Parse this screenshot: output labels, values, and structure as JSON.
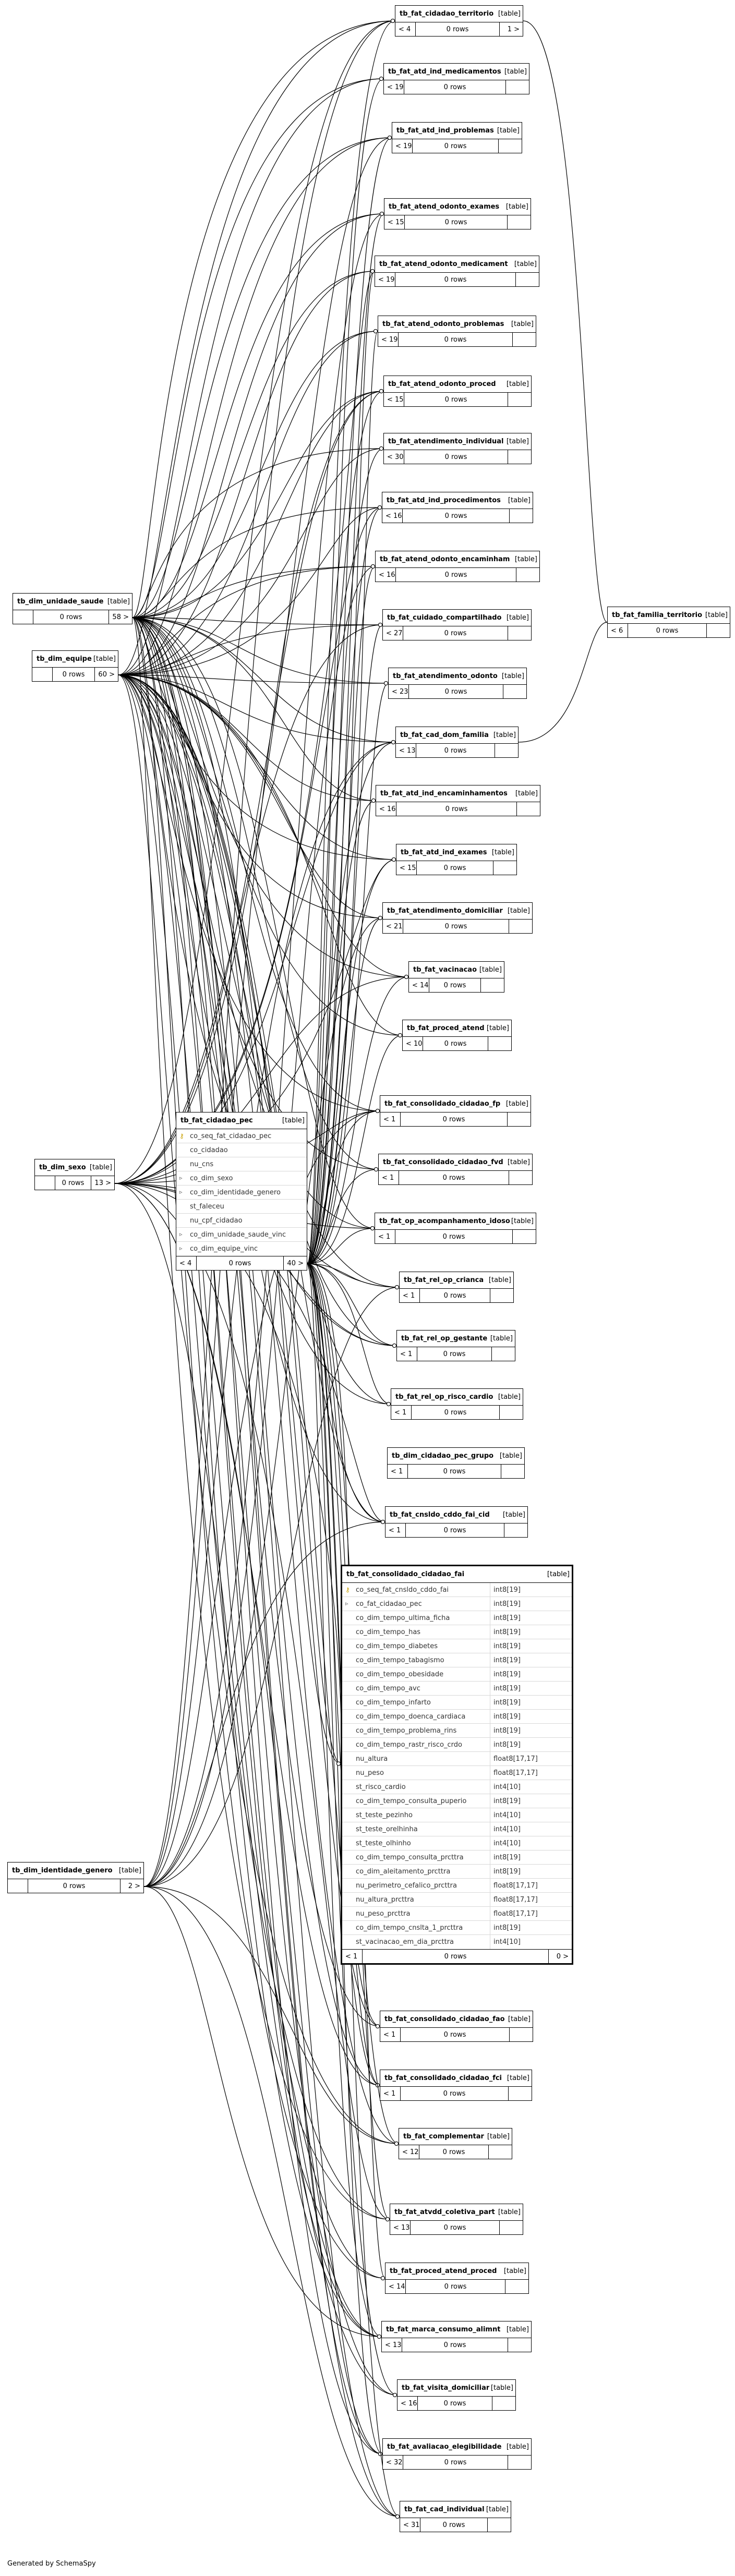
{
  "diagram": {
    "type_label": "[table]",
    "rows_unit": "rows",
    "generated_by": "Generated by SchemaSpy",
    "tables": [
      {
        "name": "tb_fat_cidadao_territorio",
        "rows": "0",
        "left": "< 4",
        "right": "1 >"
      },
      {
        "name": "tb_fat_atd_ind_medicamentos",
        "rows": "0",
        "left": "< 19",
        "right": ""
      },
      {
        "name": "tb_fat_atd_ind_problemas",
        "rows": "0",
        "left": "< 19",
        "right": ""
      },
      {
        "name": "tb_fat_atend_odonto_exames",
        "rows": "0",
        "left": "< 15",
        "right": ""
      },
      {
        "name": "tb_fat_atend_odonto_medicament",
        "rows": "0",
        "left": "< 19",
        "right": ""
      },
      {
        "name": "tb_fat_atend_odonto_problemas",
        "rows": "0",
        "left": "< 19",
        "right": ""
      },
      {
        "name": "tb_fat_atend_odonto_proced",
        "rows": "0",
        "left": "< 15",
        "right": ""
      },
      {
        "name": "tb_fat_atendimento_individual",
        "rows": "0",
        "left": "< 30",
        "right": ""
      },
      {
        "name": "tb_fat_atd_ind_procedimentos",
        "rows": "0",
        "left": "< 16",
        "right": ""
      },
      {
        "name": "tb_fat_atend_odonto_encaminham",
        "rows": "0",
        "left": "< 16",
        "right": ""
      },
      {
        "name": "tb_fat_cuidado_compartilhado",
        "rows": "0",
        "left": "< 27",
        "right": ""
      },
      {
        "name": "tb_fat_familia_territorio",
        "rows": "0",
        "left": "< 6",
        "right": ""
      },
      {
        "name": "tb_fat_atendimento_odonto",
        "rows": "0",
        "left": "< 23",
        "right": ""
      },
      {
        "name": "tb_fat_cad_dom_familia",
        "rows": "0",
        "left": "< 13",
        "right": ""
      },
      {
        "name": "tb_fat_atd_ind_encaminhamentos",
        "rows": "0",
        "left": "< 16",
        "right": ""
      },
      {
        "name": "tb_fat_atd_ind_exames",
        "rows": "0",
        "left": "< 15",
        "right": ""
      },
      {
        "name": "tb_fat_atendimento_domiciliar",
        "rows": "0",
        "left": "< 21",
        "right": ""
      },
      {
        "name": "tb_fat_vacinacao",
        "rows": "0",
        "left": "< 14",
        "right": ""
      },
      {
        "name": "tb_fat_proced_atend",
        "rows": "0",
        "left": "< 10",
        "right": ""
      },
      {
        "name": "tb_dim_unidade_saude",
        "rows": "0",
        "left": "",
        "right": "58 >"
      },
      {
        "name": "tb_dim_equipe",
        "rows": "0",
        "left": "",
        "right": "60 >"
      },
      {
        "name": "tb_dim_sexo",
        "rows": "0",
        "left": "",
        "right": "13 >"
      },
      {
        "name": "tb_dim_identidade_genero",
        "rows": "0",
        "left": "",
        "right": "2 >"
      },
      {
        "name": "tb_fat_consolidado_cidadao_fp",
        "rows": "0",
        "left": "< 1",
        "right": ""
      },
      {
        "name": "tb_fat_consolidado_cidadao_fvd",
        "rows": "0",
        "left": "< 1",
        "right": ""
      },
      {
        "name": "tb_fat_op_acompanhamento_idoso",
        "rows": "0",
        "left": "< 1",
        "right": ""
      },
      {
        "name": "tb_fat_rel_op_crianca",
        "rows": "0",
        "left": "< 1",
        "right": ""
      },
      {
        "name": "tb_fat_rel_op_gestante",
        "rows": "0",
        "left": "< 1",
        "right": ""
      },
      {
        "name": "tb_fat_rel_op_risco_cardio",
        "rows": "0",
        "left": "< 1",
        "right": ""
      },
      {
        "name": "tb_dim_cidadao_pec_grupo",
        "rows": "0",
        "left": "< 1",
        "right": ""
      },
      {
        "name": "tb_fat_cnsldo_cddo_fai_cid",
        "rows": "0",
        "left": "< 1",
        "right": ""
      },
      {
        "name": "tb_fat_consolidado_cidadao_fao",
        "rows": "0",
        "left": "< 1",
        "right": ""
      },
      {
        "name": "tb_fat_consolidado_cidadao_fci",
        "rows": "0",
        "left": "< 1",
        "right": ""
      },
      {
        "name": "tb_fat_complementar",
        "rows": "0",
        "left": "< 12",
        "right": ""
      },
      {
        "name": "tb_fat_atvdd_coletiva_part",
        "rows": "0",
        "left": "< 13",
        "right": ""
      },
      {
        "name": "tb_fat_proced_atend_proced",
        "rows": "0",
        "left": "< 14",
        "right": ""
      },
      {
        "name": "tb_fat_marca_consumo_alimnt",
        "rows": "0",
        "left": "< 13",
        "right": ""
      },
      {
        "name": "tb_fat_visita_domiciliar",
        "rows": "0",
        "left": "< 16",
        "right": ""
      },
      {
        "name": "tb_fat_avaliacao_elegibilidade",
        "rows": "0",
        "left": "< 32",
        "right": ""
      },
      {
        "name": "tb_fat_cad_individual",
        "rows": "0",
        "left": "< 31",
        "right": ""
      },
      {
        "name": "tb_fat_cidadao_pec",
        "rows": "0",
        "left": "< 4",
        "right": "40 >",
        "columns": [
          {
            "name": "co_seq_fat_cidadao_pec",
            "key": "pk"
          },
          {
            "name": "co_cidadao",
            "key": ""
          },
          {
            "name": "nu_cns",
            "key": ""
          },
          {
            "name": "co_dim_sexo",
            "key": "fk"
          },
          {
            "name": "co_dim_identidade_genero",
            "key": "fk"
          },
          {
            "name": "st_faleceu",
            "key": ""
          },
          {
            "name": "nu_cpf_cidadao",
            "key": ""
          },
          {
            "name": "co_dim_unidade_saude_vinc",
            "key": "fk"
          },
          {
            "name": "co_dim_equipe_vinc",
            "key": "fk"
          }
        ]
      },
      {
        "name": "tb_fat_consolidado_cidadao_fai",
        "rows": "0",
        "left": "< 1",
        "right": "0 >",
        "columns": [
          {
            "name": "co_seq_fat_cnsldo_cddo_fai",
            "type": "int8[19]",
            "key": "pk"
          },
          {
            "name": "co_fat_cidadao_pec",
            "type": "int8[19]",
            "key": "fk"
          },
          {
            "name": "co_dim_tempo_ultima_ficha",
            "type": "int8[19]",
            "key": ""
          },
          {
            "name": "co_dim_tempo_has",
            "type": "int8[19]",
            "key": ""
          },
          {
            "name": "co_dim_tempo_diabetes",
            "type": "int8[19]",
            "key": ""
          },
          {
            "name": "co_dim_tempo_tabagismo",
            "type": "int8[19]",
            "key": ""
          },
          {
            "name": "co_dim_tempo_obesidade",
            "type": "int8[19]",
            "key": ""
          },
          {
            "name": "co_dim_tempo_avc",
            "type": "int8[19]",
            "key": ""
          },
          {
            "name": "co_dim_tempo_infarto",
            "type": "int8[19]",
            "key": ""
          },
          {
            "name": "co_dim_tempo_doenca_cardiaca",
            "type": "int8[19]",
            "key": ""
          },
          {
            "name": "co_dim_tempo_problema_rins",
            "type": "int8[19]",
            "key": ""
          },
          {
            "name": "co_dim_tempo_rastr_risco_crdo",
            "type": "int8[19]",
            "key": ""
          },
          {
            "name": "nu_altura",
            "type": "float8[17,17]",
            "key": ""
          },
          {
            "name": "nu_peso",
            "type": "float8[17,17]",
            "key": ""
          },
          {
            "name": "st_risco_cardio",
            "type": "int4[10]",
            "key": ""
          },
          {
            "name": "co_dim_tempo_consulta_puperio",
            "type": "int8[19]",
            "key": ""
          },
          {
            "name": "st_teste_pezinho",
            "type": "int4[10]",
            "key": ""
          },
          {
            "name": "st_teste_orelhinha",
            "type": "int4[10]",
            "key": ""
          },
          {
            "name": "st_teste_olhinho",
            "type": "int4[10]",
            "key": ""
          },
          {
            "name": "co_dim_tempo_consulta_prcttra",
            "type": "int8[19]",
            "key": ""
          },
          {
            "name": "co_dim_aleitamento_prcttra",
            "type": "int8[19]",
            "key": ""
          },
          {
            "name": "nu_perimetro_cefalico_prcttra",
            "type": "float8[17,17]",
            "key": ""
          },
          {
            "name": "nu_altura_prcttra",
            "type": "float8[17,17]",
            "key": ""
          },
          {
            "name": "nu_peso_prcttra",
            "type": "float8[17,17]",
            "key": ""
          },
          {
            "name": "co_dim_tempo_cnslta_1_prcttra",
            "type": "int8[19]",
            "key": ""
          },
          {
            "name": "st_vacinacao_em_dia_prcttra",
            "type": "int4[10]",
            "key": ""
          }
        ]
      }
    ]
  }
}
